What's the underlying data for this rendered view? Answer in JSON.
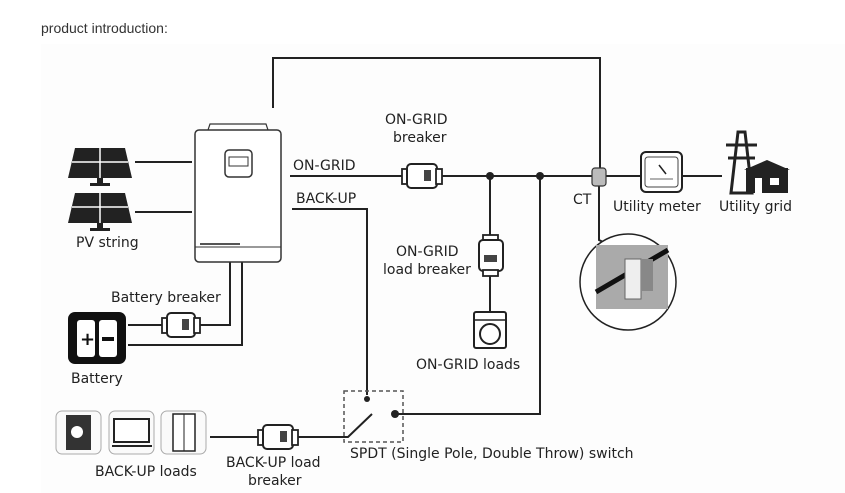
{
  "page": {
    "heading": "product introduction:"
  },
  "diagram": {
    "labels": {
      "pv_string": "PV string",
      "on_grid": "ON-GRID",
      "back_up": "BACK-UP",
      "on_grid_breaker_l1": "ON-GRID",
      "on_grid_breaker_l2": "breaker",
      "on_grid_load_breaker_l1": "ON-GRID",
      "on_grid_load_breaker_l2": "load breaker",
      "on_grid_loads": "ON-GRID loads",
      "ct": "CT",
      "utility_meter": "Utility meter",
      "utility_grid": "Utility grid",
      "battery_breaker": "Battery breaker",
      "battery": "Battery",
      "backup_loads": "BACK-UP loads",
      "backup_load_breaker_l1": "BACK-UP load",
      "backup_load_breaker_l2": "breaker",
      "spdt_switch": "SPDT (Single Pole, Double Throw) switch"
    },
    "nodes": [
      "pv-panel-1",
      "pv-panel-2",
      "inverter",
      "on-grid-breaker",
      "on-grid-load-breaker",
      "washing-machine",
      "ct-sensor",
      "utility-meter",
      "utility-grid",
      "battery",
      "battery-breaker",
      "backup-loads",
      "backup-load-breaker",
      "spdt-switch"
    ]
  }
}
